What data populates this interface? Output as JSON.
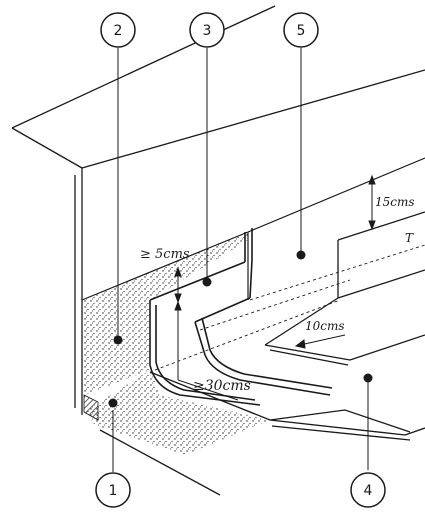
{
  "callouts": [
    {
      "id": "1",
      "label": "1"
    },
    {
      "id": "2",
      "label": "2"
    },
    {
      "id": "3",
      "label": "3"
    },
    {
      "id": "4",
      "label": "4"
    },
    {
      "id": "5",
      "label": "5"
    }
  ],
  "dimensions": {
    "min_upturn": "≥ 5cms",
    "min_overlap": "≥30cms",
    "curb_height": "15cms",
    "edge_width": "10cms",
    "marker": "T"
  },
  "colors": {
    "ink": "#1a1a1a",
    "stipple": "#222222",
    "paper": "#ffffff"
  }
}
